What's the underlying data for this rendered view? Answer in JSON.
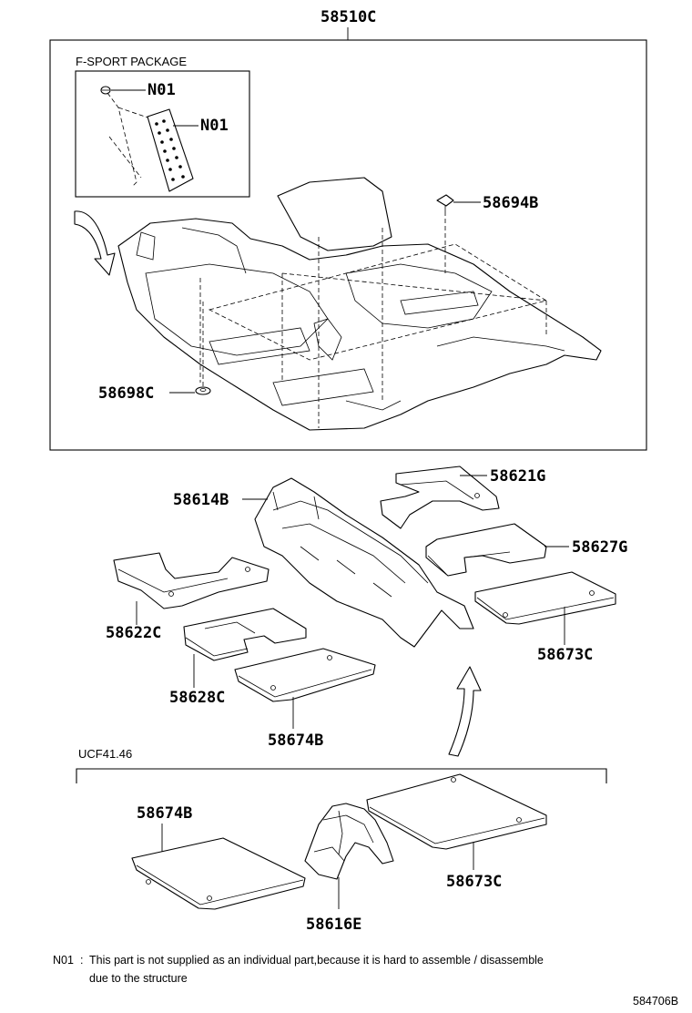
{
  "assembly": {
    "part_number": "58510C"
  },
  "fsport_package": {
    "title": "F-SPORT PACKAGE",
    "callouts": [
      "N01",
      "N01"
    ]
  },
  "upper_callouts": {
    "clip": "58694B",
    "grommet": "58698C"
  },
  "middle_parts": {
    "tunnel": "58614B",
    "front_right_pad": "58621G",
    "rear_right_pad": "58627G",
    "front_left_pad": "58622C",
    "rear_left_pad": "58628C",
    "left_silencer": "58674B",
    "right_silencer": "58673C"
  },
  "variant": {
    "model_code": "UCF41.46",
    "left_silencer": "58674B",
    "center_part": "58616E",
    "right_silencer": "58673C"
  },
  "footnote": {
    "code": "N01",
    "separator": ":",
    "line1": "This part is not supplied as an individual part,because it is hard to assemble / disassemble",
    "line2": "due to the structure"
  },
  "figure_id": "584706B"
}
